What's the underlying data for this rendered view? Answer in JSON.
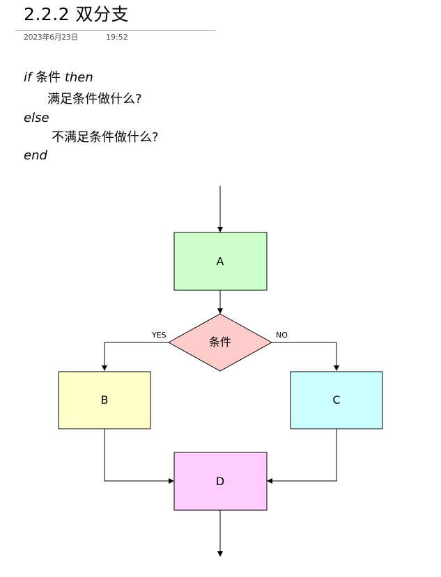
{
  "page": {
    "title": "2.2.2 双分支",
    "date": "2023年6月23日",
    "time": "19:52"
  },
  "code": {
    "line1_if": "if",
    "line1_cond": "条件",
    "line1_then": "then",
    "line2": "满足条件做什么?",
    "line3": "else",
    "line4": "不满足条件做什么?",
    "line5": "end"
  },
  "flowchart": {
    "node_a": "A",
    "decision": "条件",
    "yes_label": "YES",
    "no_label": "NO",
    "node_b": "B",
    "node_c": "C",
    "node_d": "D",
    "colors": {
      "a_fill": "#ccffcc",
      "decision_fill": "#ffcccc",
      "b_fill": "#ffffcc",
      "c_fill": "#ccffff",
      "d_fill": "#ffccff",
      "stroke": "#000000"
    }
  }
}
